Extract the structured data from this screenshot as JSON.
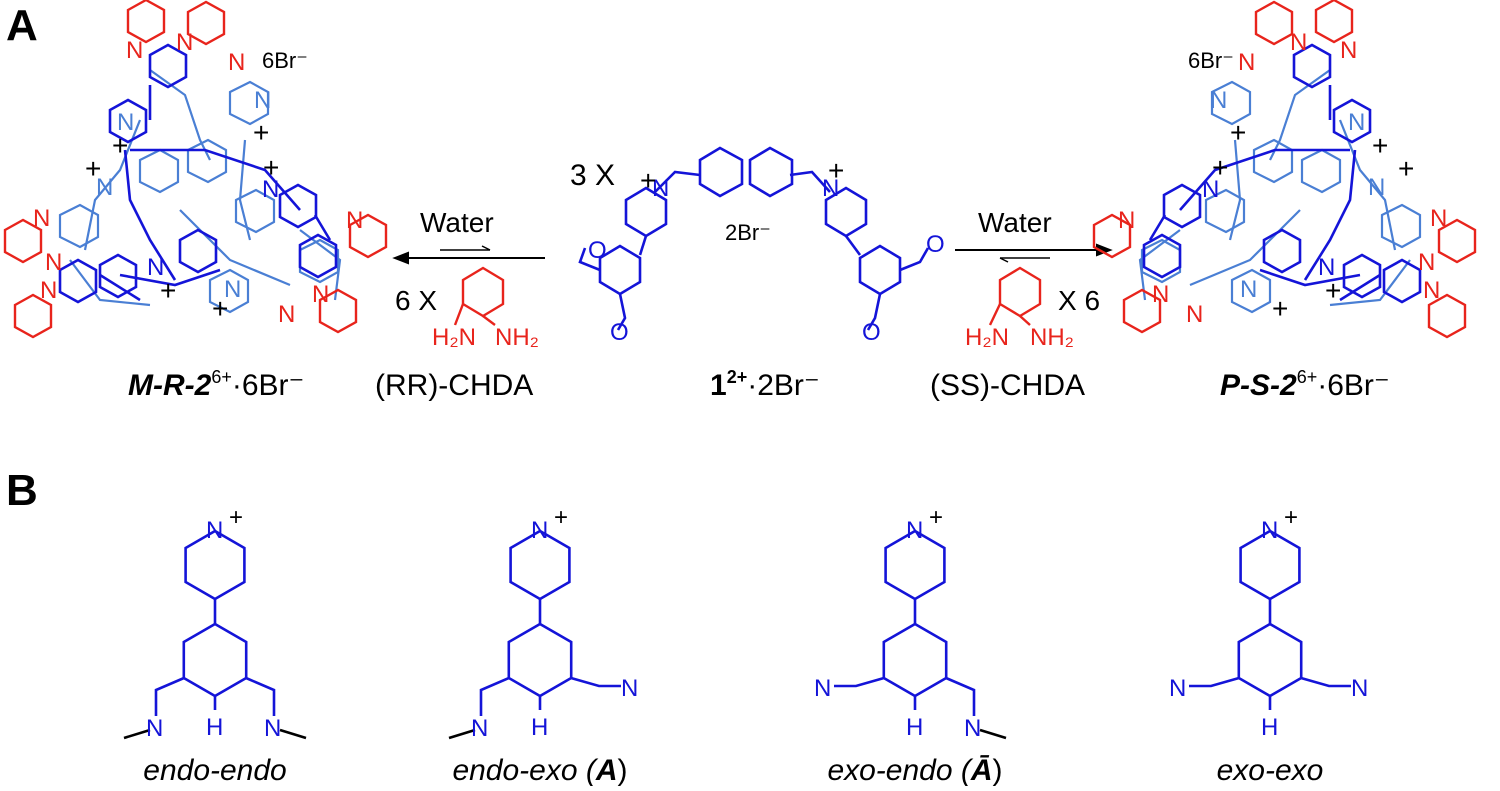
{
  "panels": {
    "a": "A",
    "b": "B"
  },
  "colors": {
    "dark_blue": "#1414d8",
    "light_blue": "#4a7fd4",
    "red": "#e8241c",
    "black": "#000000"
  },
  "panel_a": {
    "left_cage": {
      "counterion": "6Br⁻",
      "caption_prefix": "M-R-2",
      "caption_charge": "6+",
      "caption_suffix": "·6Br⁻"
    },
    "right_cage": {
      "counterion": "6Br⁻",
      "caption_prefix": "P-S-2",
      "caption_charge": "6+",
      "caption_suffix": "·6Br⁻"
    },
    "center": {
      "multiplier": "3 X",
      "counterion": "2Br⁻",
      "caption_prefix": "1",
      "caption_charge": "2+",
      "caption_suffix": "·2Br⁻"
    },
    "left_arrow": {
      "solvent": "Water",
      "reagent_multiplier": "6 X",
      "reagent_caption": "(RR)-CHDA"
    },
    "right_arrow": {
      "solvent": "Water",
      "reagent_multiplier": "X 6",
      "reagent_caption": "(SS)-CHDA"
    },
    "atoms": {
      "N": "N",
      "plus": "+",
      "H": "H",
      "H2N": "H₂N",
      "NH2": "NH₂"
    }
  },
  "panel_b": {
    "conformers": [
      {
        "label": "endo-endo",
        "tag": ""
      },
      {
        "label": "endo-exo (",
        "tag": "A"
      },
      {
        "label": "exo-endo (",
        "tag": "Ā"
      },
      {
        "label": "exo-exo",
        "tag": ""
      }
    ]
  }
}
